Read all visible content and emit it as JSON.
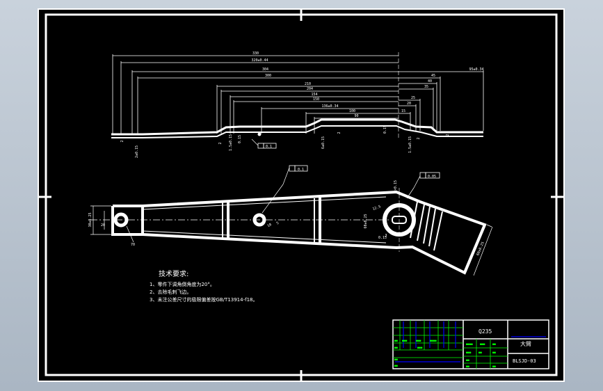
{
  "drawing": {
    "background_color": "#000000",
    "line_color": "#ffffff",
    "title_block_line_color": "#00ff00",
    "accent_color": "#0000ff"
  },
  "side_view": {
    "top_dims": [
      "330",
      "320±0.44",
      "304",
      "300",
      "210",
      "204",
      "154",
      "150",
      "136±0.34",
      "100",
      "90"
    ],
    "right_dims": [
      "95±0.34",
      "45",
      "40",
      "35",
      "25",
      "20",
      "15"
    ],
    "vertical_dims": [
      "2",
      "2",
      "2±0.15",
      "2",
      "1.5±0.15",
      "0.15",
      "6±0.15",
      "2",
      "0.15",
      "1.5±0.15",
      "2",
      "2"
    ],
    "flatness_note": "0.1"
  },
  "plan_view": {
    "left_dims": [
      "30±0.25",
      "20",
      "70"
    ],
    "mid_dims": [
      "10",
      "5"
    ],
    "boss_dims": [
      "60±0.25",
      "12.5",
      "3",
      "0.15",
      "6×0.15"
    ],
    "top_callout": "0.1",
    "right_callout": "0.05",
    "arm_end_dim": "60±0.25"
  },
  "tech_requirements": {
    "title": "技术要求:",
    "items": [
      "1、零件下调角倒角度为20°。",
      "2、去除毛刺飞边。",
      "3、未注公差尺寸的极限偏差按GB/T13914-f18。"
    ]
  },
  "title_block": {
    "material": "Q235",
    "part_name": "大臂",
    "drawing_number": "BLSJD-03"
  }
}
